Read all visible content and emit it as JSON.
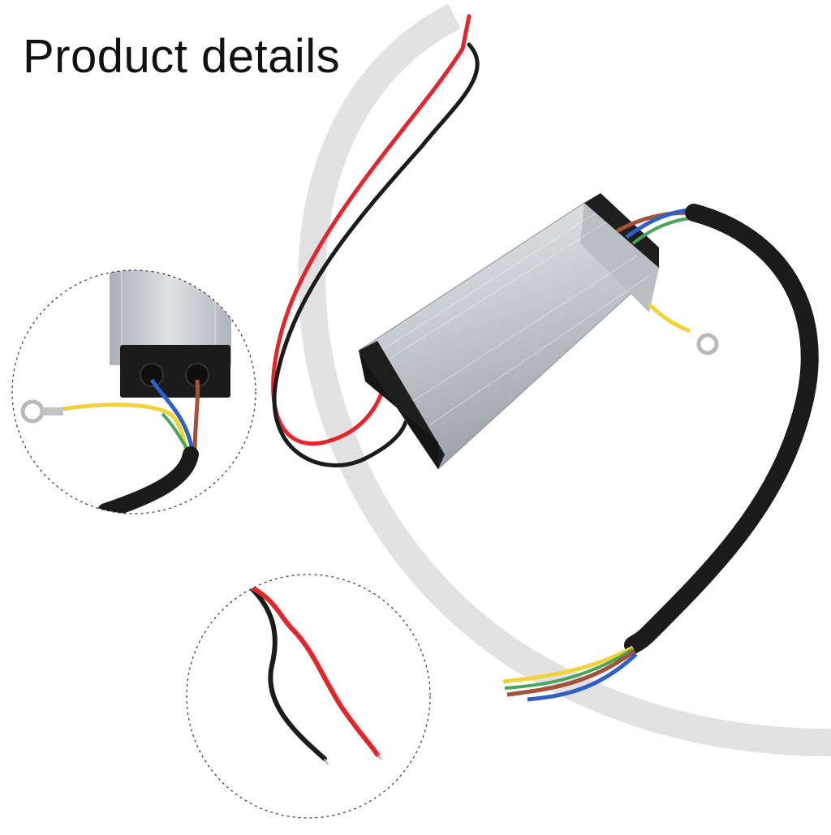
{
  "page": {
    "title": "Product details"
  },
  "colors": {
    "background": "#ffffff",
    "arc": "#e2e2e2",
    "aluminum_light": "#d9dde0",
    "aluminum_dark": "#9aa1a6",
    "wire_red": "#e3262b",
    "wire_black": "#1b1b1b",
    "wire_yellow": "#f0d23a",
    "wire_blue": "#2f5fc8",
    "wire_brown": "#a4513a",
    "wire_green": "#4aa35a",
    "callout_border": "#333333"
  },
  "image": {
    "subject": "led-driver-module",
    "callouts": [
      "input-cable-end-detail",
      "output-wire-ends-detail"
    ]
  }
}
